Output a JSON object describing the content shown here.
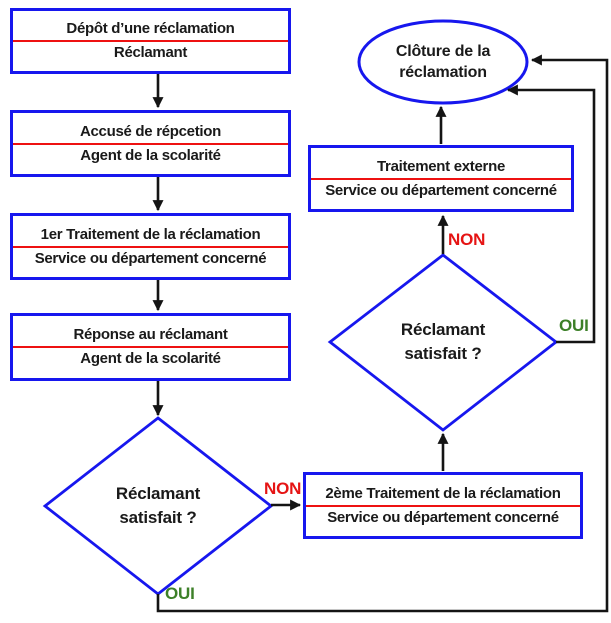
{
  "boxes": {
    "deposit": {
      "title": "Dépôt d’une réclamation",
      "subtitle": "Réclamant"
    },
    "reception": {
      "title": "Accusé de répcetion",
      "subtitle": "Agent de la scolarité"
    },
    "treatment1": {
      "title": "1er Traitement de la réclamation",
      "subtitle": "Service ou département concerné"
    },
    "response": {
      "title": "Réponse au réclamant",
      "subtitle": "Agent de la scolarité"
    },
    "external": {
      "title": "Traitement externe",
      "subtitle": "Service ou département concerné"
    },
    "treatment2": {
      "title": "2ème Traitement de la réclamation",
      "subtitle": "Service ou département concerné"
    }
  },
  "decisions": {
    "decision1": {
      "line1": "Réclamant",
      "line2": "satisfait ?"
    },
    "decision2": {
      "line1": "Réclamant",
      "line2": "satisfait ?"
    }
  },
  "terminator": {
    "line1": "Clôture de la",
    "line2": "réclamation"
  },
  "edge_labels": {
    "non1": "NON",
    "oui1": "OUI",
    "non2": "NON",
    "oui2": "OUI"
  },
  "colors": {
    "box_border": "#1717ee",
    "divider": "#ee1111",
    "arrow": "#141414",
    "non_label": "#e51414",
    "oui_label": "#3d8028"
  }
}
